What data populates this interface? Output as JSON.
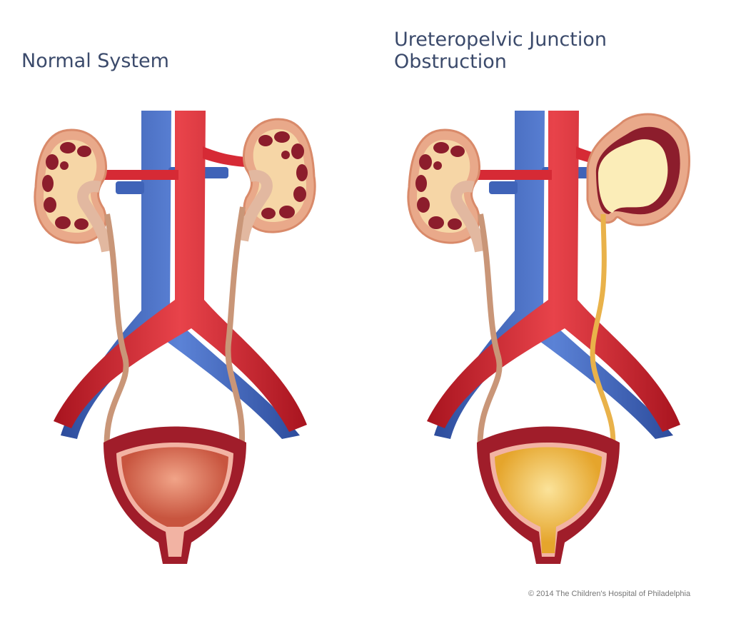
{
  "panels": [
    {
      "title_lines": [
        "Normal System"
      ]
    },
    {
      "title_lines": [
        "Ureteropelvic Junction",
        "Obstruction"
      ]
    }
  ],
  "copyright": "© 2014 The Children's Hospital of Philadelphia",
  "colors": {
    "title": "#3b4a6b",
    "vein": "#3f63b8",
    "artery": "#d62a35",
    "kidney_outer": "#e9a98a",
    "kidney_medulla": "#8c1d2c",
    "ureter_normal": "#c99678",
    "urine": "#f3cf64",
    "bladder_wall": "#a01d2a",
    "bladder_inner_normal": "#e07a60"
  }
}
